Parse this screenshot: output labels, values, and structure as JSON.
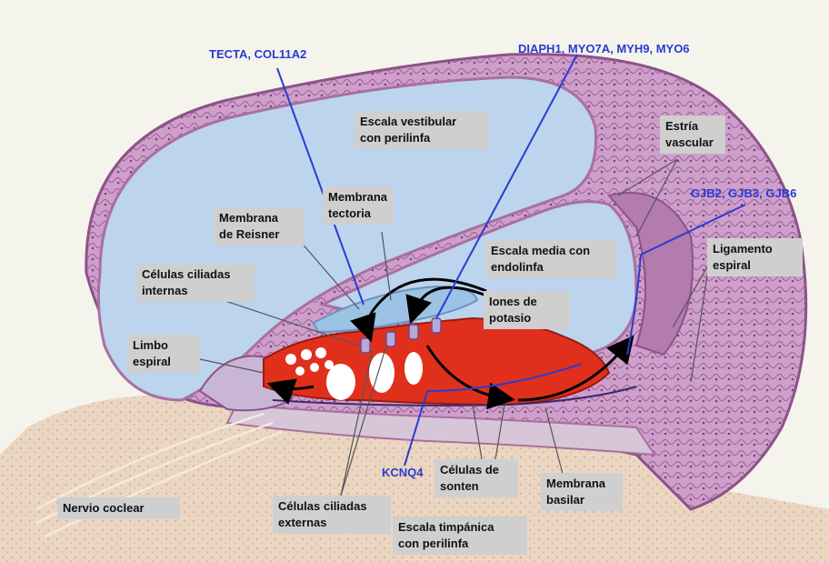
{
  "labels": {
    "escala_vestibular": "Escala vestibular\ncon perilinfa",
    "membrana_tectoria": "Membrana\ntectoria",
    "membrana_reisner": "Membrana\nde Reisner",
    "estria_vascular": "Estría\nvascular",
    "escala_media": "Escala media con\nendolinfa",
    "ligamento_espiral": "Ligamento\nespiral",
    "celulas_ciliadas_internas": "Células ciliadas\ninternas",
    "iones_potasio": "Iones de\npotasio",
    "limbo_espiral": "Limbo\nespiral",
    "celulas_sonten": "Células de\nsonten",
    "membrana_basilar": "Membrana\nbasilar",
    "nervio_coclear": "Nervio coclear",
    "celulas_ciliadas_externas": "Células ciliadas\nexternas",
    "escala_timpanica": "Escala timpánica\ncon perilinfa"
  },
  "genes": {
    "tecta": "TECTA, COL11A2",
    "diaph": "DIAPH1, MYO7A, MYH9, MYO6",
    "gjb": "GJB2, GJB3, GJB6",
    "kcnq": "KCNQ4"
  },
  "colors": {
    "scala_fill": "#bcd4ee",
    "tissue": "#c99cc4",
    "membrane": "#a9709f",
    "hair_cells": "#e0301c",
    "gene_text": "#2a3bd0",
    "label_box": "#cfcfcf",
    "bone": "#ead3bd"
  }
}
